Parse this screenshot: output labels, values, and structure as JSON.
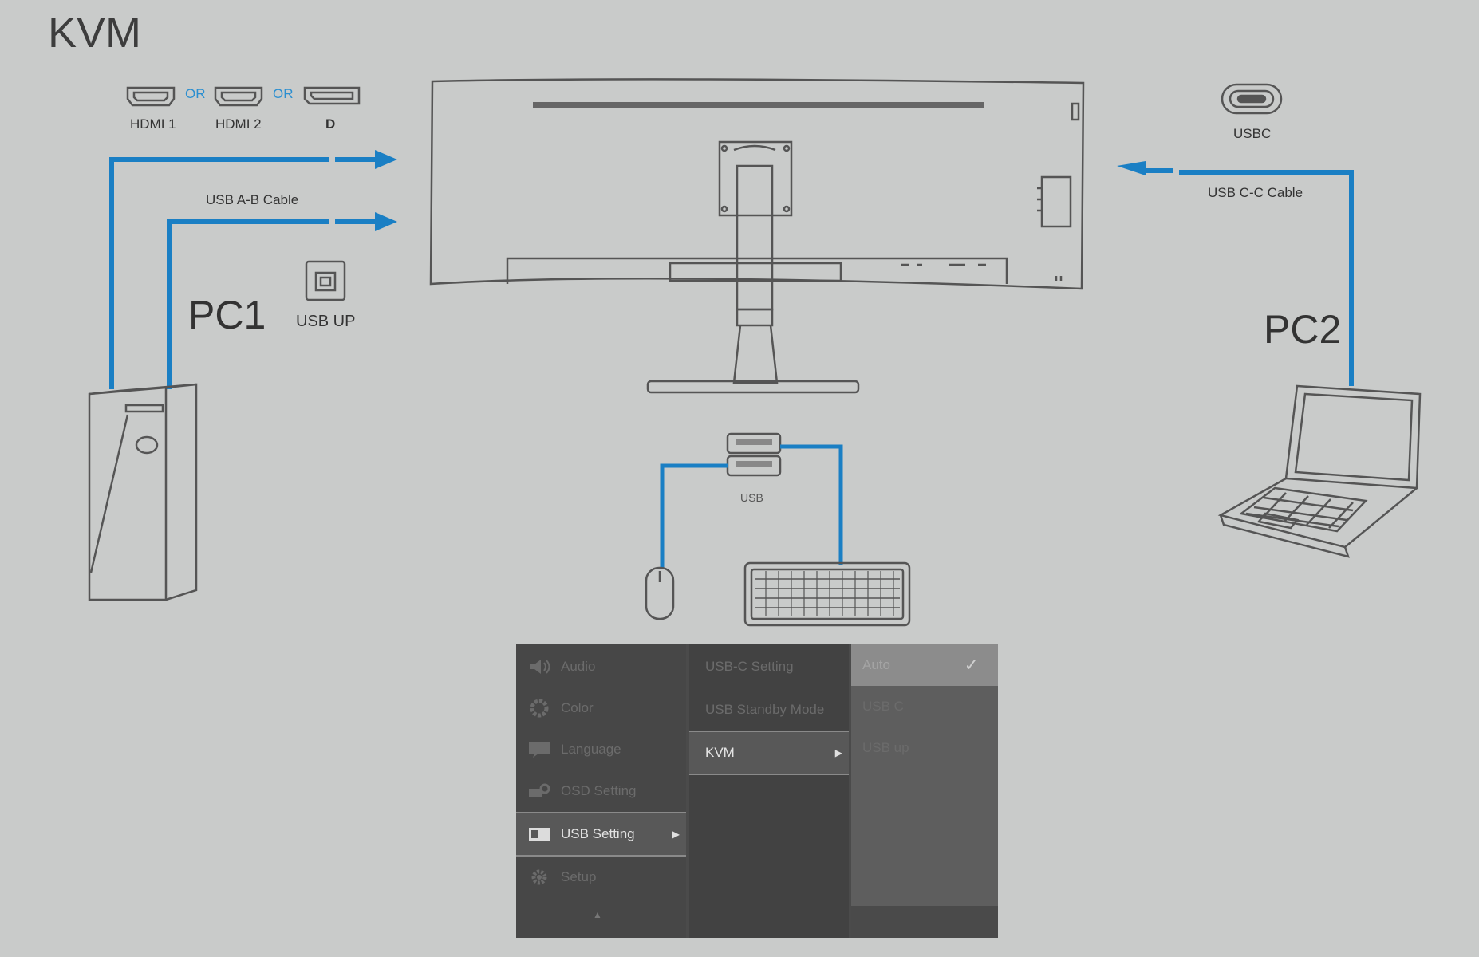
{
  "title": "KVM",
  "ports_left": [
    {
      "label": "HDMI 1",
      "icon": "hdmi-port-icon"
    },
    {
      "label": "HDMI 2",
      "icon": "hdmi-port-icon"
    },
    {
      "label": "D",
      "icon": "displayport-icon"
    }
  ],
  "or_label": "OR",
  "cables": {
    "left_label": "USB A-B Cable",
    "right_label": "USB C-C Cable"
  },
  "usb_up_label": "USB UP",
  "usbc_label": "USBC",
  "pc1_label": "PC1",
  "pc2_label": "PC2",
  "usb_hub_label": "USB",
  "colors": {
    "background": "#c9cbca",
    "cable_blue": "#1a7fc4",
    "line_art": "#4a4a4a",
    "osd_dark": "#474747"
  },
  "osd_menu": {
    "main_items": [
      {
        "label": "Audio",
        "icon": "speaker-icon"
      },
      {
        "label": "Color",
        "icon": "color-wheel-icon"
      },
      {
        "label": "Language",
        "icon": "language-icon"
      },
      {
        "label": "OSD Setting",
        "icon": "osd-setting-icon"
      },
      {
        "label": "USB Setting",
        "icon": "usb-setting-icon",
        "selected": true
      },
      {
        "label": "Setup",
        "icon": "gear-icon"
      }
    ],
    "sub_items": [
      {
        "label": "USB-C Setting"
      },
      {
        "label": "USB Standby Mode"
      },
      {
        "label": "KVM",
        "selected": true
      }
    ],
    "options": [
      {
        "label": "Auto",
        "checked": true
      },
      {
        "label": "USB C"
      },
      {
        "label": "USB up"
      }
    ]
  }
}
